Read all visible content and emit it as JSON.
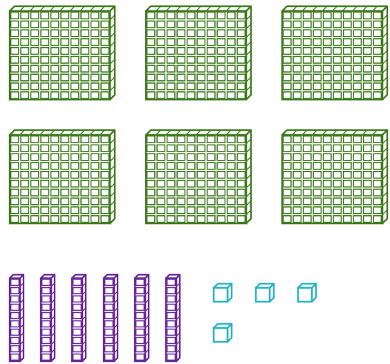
{
  "figure": {
    "description_type": "base-ten blocks",
    "colors": {
      "hundreds": "#3f7a1f",
      "tens": "#6a2a99",
      "ones": "#2ab3c6",
      "background": "#ffffff"
    },
    "counts": {
      "hundreds": 6,
      "tens": 6,
      "ones": 4
    },
    "grid": {
      "rows": 10,
      "cols": 10
    }
  }
}
